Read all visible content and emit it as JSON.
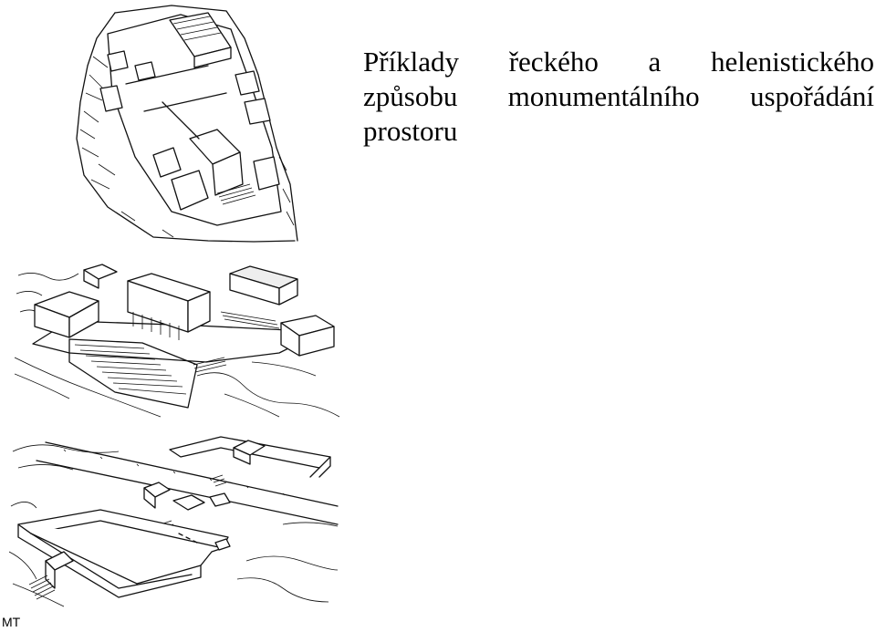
{
  "slide": {
    "title_lines": [
      "Příklady řeckého a helenistického",
      "způsobu monumentálního uspořádání",
      "prostoru"
    ],
    "footer_mark": "MT"
  }
}
